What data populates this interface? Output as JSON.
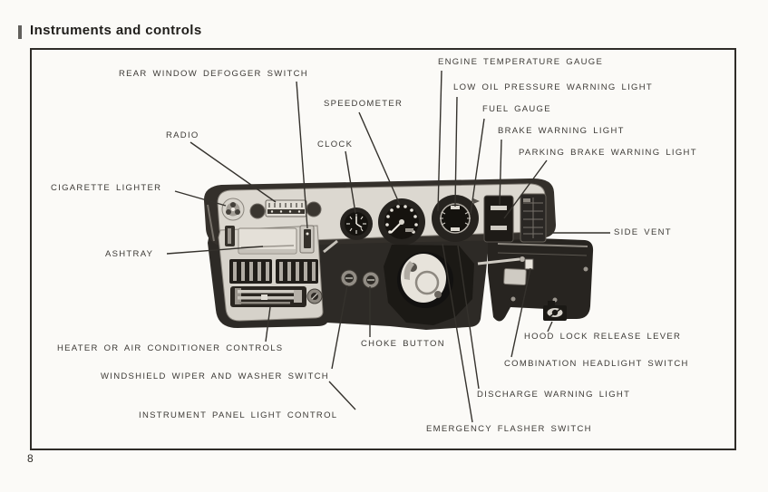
{
  "page": {
    "title": "Instruments and controls",
    "page_number": "8"
  },
  "labels": {
    "rear_window_defogger_switch": "REAR WINDOW DEFOGGER SWITCH",
    "speedometer": "SPEEDOMETER",
    "clock": "CLOCK",
    "radio": "RADIO",
    "cigarette_lighter": "CIGARETTE LIGHTER",
    "ashtray": "ASHTRAY",
    "engine_temperature_gauge": "ENGINE TEMPERATURE GAUGE",
    "low_oil_pressure_warning_light": "LOW OIL PRESSURE WARNING LIGHT",
    "fuel_gauge": "FUEL GAUGE",
    "brake_warning_light": "BRAKE WARNING LIGHT",
    "parking_brake_warning_light": "PARKING BRAKE WARNING LIGHT",
    "side_vent": "SIDE VENT",
    "heater_or_air_conditioner_controls": "HEATER OR AIR CONDITIONER CONTROLS",
    "windshield_wiper_and_washer_switch": "WINDSHIELD WIPER AND WASHER SWITCH",
    "instrument_panel_light_control": "INSTRUMENT PANEL LIGHT CONTROL",
    "choke_button": "CHOKE BUTTON",
    "hood_lock_release_lever": "HOOD LOCK RELEASE LEVER",
    "combination_headlight_switch": "COMBINATION HEADLIGHT SWITCH",
    "discharge_warning_light": "DISCHARGE WARNING LIGHT",
    "emergency_flasher_switch": "EMERGENCY FLASHER SWITCH"
  },
  "colors": {
    "ink": "#2f2c28",
    "paper": "#fbfaf7",
    "dash_dark": "#2d2a26",
    "panel_light": "#d9d5cd"
  }
}
